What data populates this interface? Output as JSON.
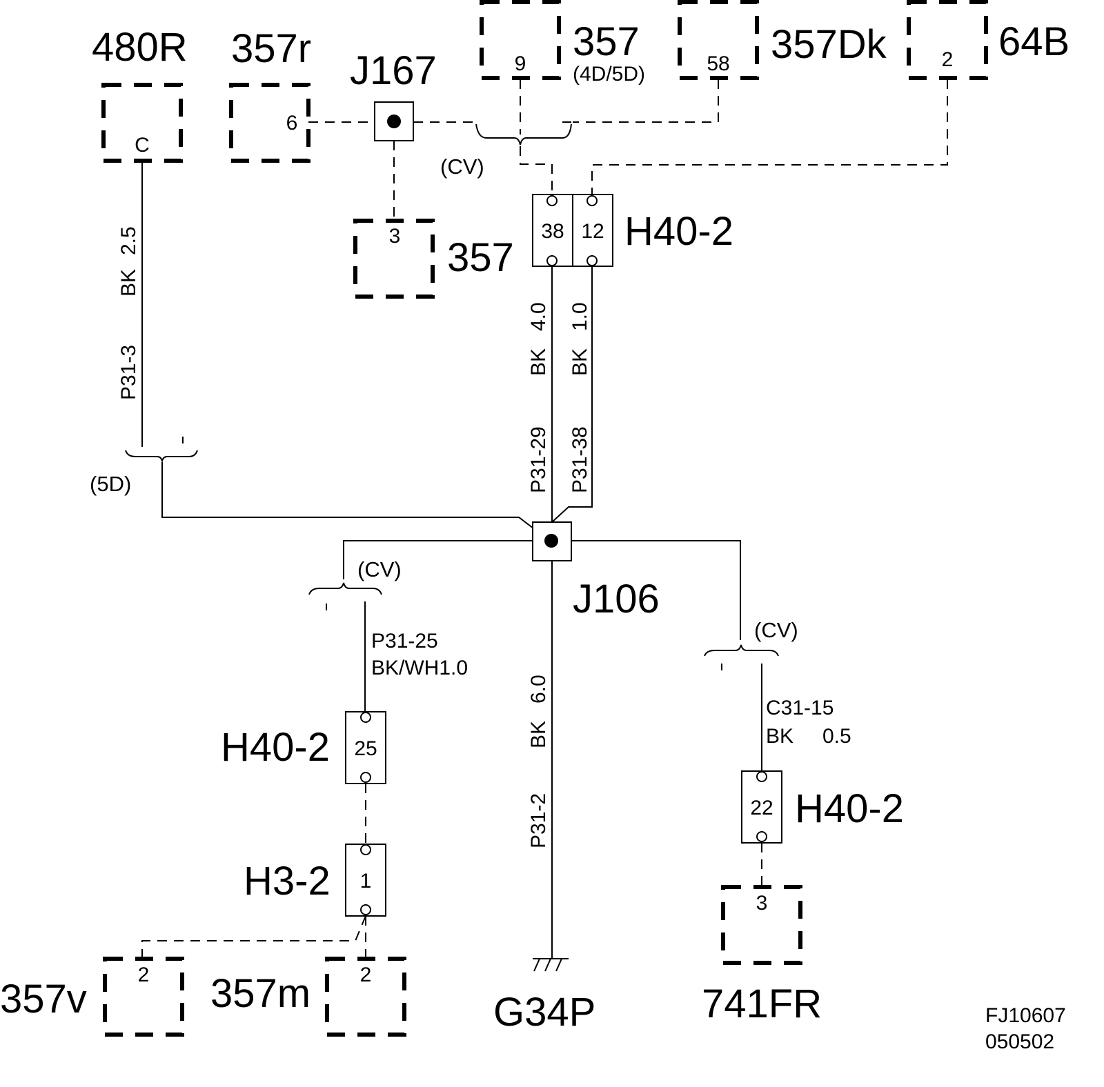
{
  "components": {
    "c480R": {
      "name": "480R",
      "pin": "C"
    },
    "c357r": {
      "name": "357r",
      "pin": "6"
    },
    "j167": {
      "name": "J167"
    },
    "c357_top": {
      "name": "357",
      "sub": "(4D/5D)",
      "pin": "9"
    },
    "c357Dk": {
      "name": "357Dk",
      "pin": "58"
    },
    "c64B": {
      "name": "64B",
      "pin": "2"
    },
    "c357_mid": {
      "name": "357",
      "pin": "3"
    },
    "h40_top": {
      "name": "H40-2",
      "pins": [
        "38",
        "12"
      ]
    },
    "j106": {
      "name": "J106"
    },
    "h40_left": {
      "name": "H40-2",
      "pin": "25"
    },
    "h3": {
      "name": "H3-2",
      "pin": "1"
    },
    "h40_right": {
      "name": "H40-2",
      "pin": "22"
    },
    "c357v": {
      "name": "357v",
      "pin": "2"
    },
    "c357m": {
      "name": "357m",
      "pin": "2"
    },
    "g34p": {
      "name": "G34P"
    },
    "c741FR": {
      "name": "741FR",
      "pin": "3"
    }
  },
  "wires": {
    "w480": {
      "color": "BK",
      "gauge": "2.5",
      "id": "P31-3"
    },
    "w38": {
      "color": "BK",
      "gauge": "4.0",
      "id": "P31-29"
    },
    "w12": {
      "color": "BK",
      "gauge": "1.0",
      "id": "P31-38"
    },
    "wg": {
      "color": "BK",
      "gauge": "6.0",
      "id": "P31-2"
    },
    "w25": {
      "id": "P31-25",
      "label": "BK/WH1.0"
    },
    "w22": {
      "id": "C31-15",
      "color": "BK",
      "gauge": "0.5"
    }
  },
  "options": {
    "cv": "(CV)",
    "d5": "(5D)"
  },
  "footer": {
    "code": "FJ10607",
    "date": "050502"
  }
}
